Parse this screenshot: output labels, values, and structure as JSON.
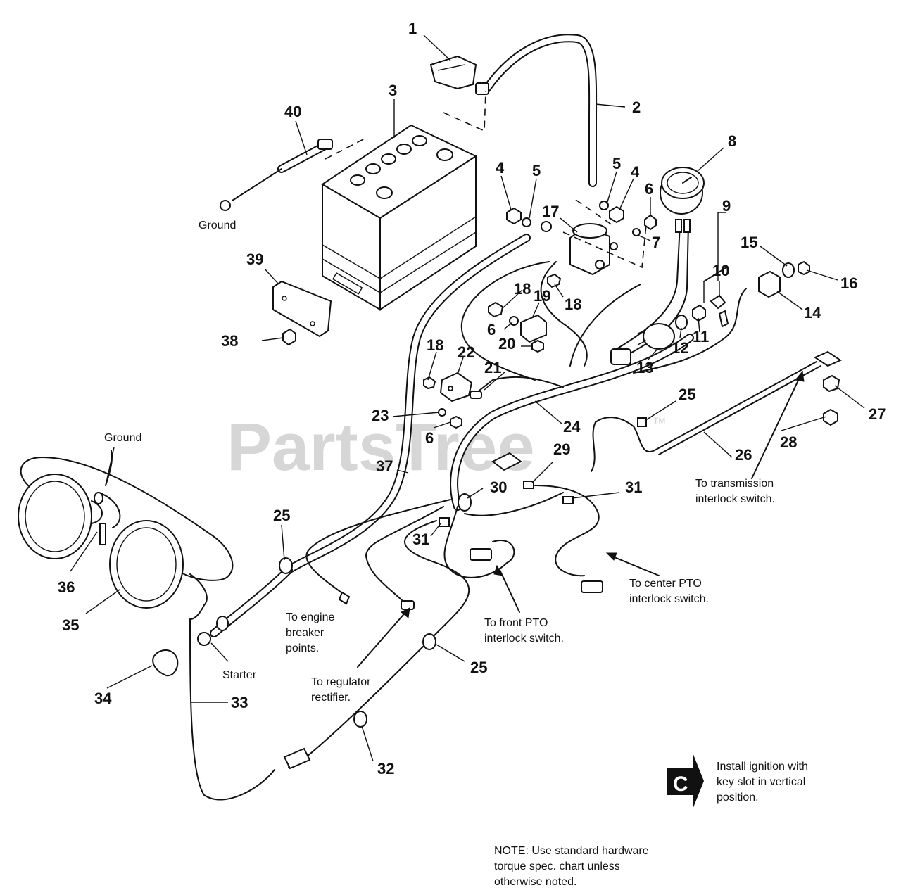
{
  "watermark": "PartsTree",
  "trademark": "TM",
  "callouts": {
    "c1": "1",
    "c2": "2",
    "c3": "3",
    "c4a": "4",
    "c4b": "4",
    "c5a": "5",
    "c5b": "5",
    "c6a": "6",
    "c6b": "6",
    "c6c": "6",
    "c7": "7",
    "c8": "8",
    "c9": "9",
    "c10": "10",
    "c11": "11",
    "c12": "12",
    "c13": "13",
    "c14": "14",
    "c15": "15",
    "c16": "16",
    "c17": "17",
    "c18a": "18",
    "c18b": "18",
    "c18c": "18",
    "c19": "19",
    "c20": "20",
    "c21": "21",
    "c22": "22",
    "c23": "23",
    "c24": "24",
    "c25a": "25",
    "c25b": "25",
    "c25c": "25",
    "c26": "26",
    "c27": "27",
    "c28": "28",
    "c29": "29",
    "c30": "30",
    "c31a": "31",
    "c31b": "31",
    "c32": "32",
    "c33": "33",
    "c34": "34",
    "c35": "35",
    "c36": "36",
    "c37": "37",
    "c38": "38",
    "c39": "39",
    "c40": "40"
  },
  "labels": {
    "ground_battery": "Ground",
    "ground_lights": "Ground",
    "starter": "Starter",
    "transmission_l1": "To transmission",
    "transmission_l2": "interlock switch.",
    "center_pto_l1": "To center PTO",
    "center_pto_l2": "interlock switch.",
    "front_pto_l1": "To front PTO",
    "front_pto_l2": "interlock switch.",
    "engine_l1": "To engine",
    "engine_l2": "breaker",
    "engine_l3": "points.",
    "regulator_l1": "To regulator",
    "regulator_l2": "rectifier."
  },
  "note_c": {
    "badge": "C",
    "line1": "Install ignition with",
    "line2": "key slot in vertical",
    "line3": "position."
  },
  "note_bottom": {
    "line1": "NOTE: Use standard hardware",
    "line2": "torque spec. chart unless",
    "line3": "otherwise noted."
  }
}
